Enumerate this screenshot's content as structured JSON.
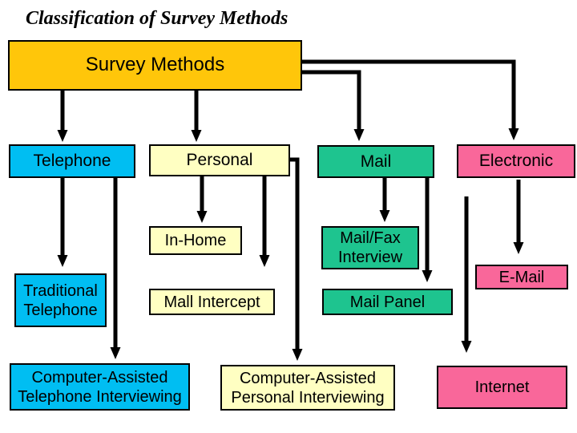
{
  "title": "Classification of Survey Methods",
  "palette": {
    "gold": "#FFC60A",
    "cyan": "#00BEF2",
    "pale_yellow": "#FFFFC2",
    "green": "#1EC48F",
    "pink": "#F9679A",
    "connector": "#000000",
    "border": "#000000",
    "background": "#FFFFFF"
  },
  "nodes": {
    "survey_methods": "Survey Methods",
    "telephone": "Telephone",
    "personal": "Personal",
    "mail": "Mail",
    "electronic": "Electronic",
    "traditional_telephone": "Traditional Telephone",
    "cati": "Computer-Assisted Telephone Interviewing",
    "in_home": "In-Home",
    "mall_intercept": "Mall Intercept",
    "capi": "Computer-Assisted Personal Interviewing",
    "mail_fax_interview": "Mail/Fax Interview",
    "mail_panel": "Mail Panel",
    "email": "E-Mail",
    "internet": "Internet"
  }
}
